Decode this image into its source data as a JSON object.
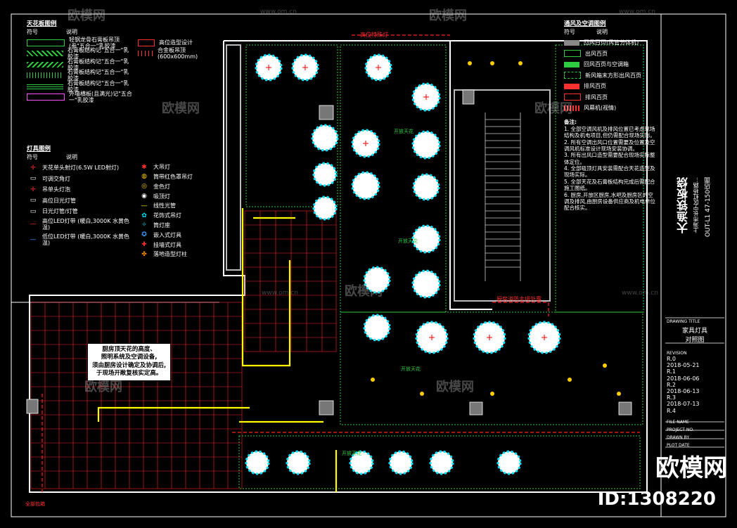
{
  "legend_ceiling": {
    "title": "天花板图例",
    "col_code": "符号",
    "col_desc": "说明",
    "items": [
      {
        "color": "#2ecc40",
        "desc": "轻钢龙骨石膏板吊顶(参\"五合一\"乳胶漆"
      },
      {
        "color": "#2ecc40",
        "desc": "石膏板结构记\"五合一\"乳胶漆"
      },
      {
        "color": "#2ecc40",
        "desc": "石膏板结构记\"五合一\"乳胶漆"
      },
      {
        "color": "#2ecc40",
        "desc": "石膏板结构记\"五合一\"乳胶漆"
      },
      {
        "color": "#2ecc40",
        "desc": "石膏板结构记\"五合一\"乳胶漆"
      },
      {
        "color": "#ff4dff",
        "desc": "外墙横板(且满光)记\"五合一\"乳胶漆"
      }
    ],
    "extra": [
      {
        "color": "#ff3030",
        "desc": "高位造型设计"
      },
      {
        "color": "#ff3030",
        "desc": "合金板吊顶 (600x600mm)"
      }
    ]
  },
  "legend_light": {
    "title": "灯具图例",
    "col_code": "符号",
    "col_desc": "说明",
    "items": [
      {
        "sym": "✛",
        "color": "#ff3030",
        "desc": "天花单头射灯(6.5W LED射灯)"
      },
      {
        "sym": "▭",
        "color": "#ffffff",
        "desc": "可调交角灯"
      },
      {
        "sym": "✛",
        "color": "#ff3030",
        "desc": "吊单头灯泡"
      },
      {
        "sym": "▭",
        "color": "#ffffff",
        "desc": "高位日光灯管"
      },
      {
        "sym": "▭",
        "color": "#ffffff",
        "desc": "日光灯管/灯管"
      },
      {
        "sym": "—",
        "color": "#ff3030",
        "desc": "高位LED灯带 (暖白,3000K 水黄色温)"
      },
      {
        "sym": "—",
        "color": "#3fa0ff",
        "desc": "低位LED灯带 (暖白,3000K 水黄色温)"
      }
    ],
    "right_items": [
      {
        "sym": "✱",
        "color": "#ff3030",
        "desc": "大吊灯"
      },
      {
        "sym": "◍",
        "color": "#ffcc00",
        "desc": "筒带红色罩吊灯"
      },
      {
        "sym": "◎",
        "color": "#ffcc00",
        "desc": "金色灯"
      },
      {
        "sym": "◉",
        "color": "#ffffff",
        "desc": "吸顶灯"
      },
      {
        "sym": "—",
        "color": "#ffff00",
        "desc": "线性光管"
      },
      {
        "sym": "✿",
        "color": "#00e5ff",
        "desc": "花饰式吊灯"
      },
      {
        "sym": "✧",
        "color": "#00e5ff",
        "desc": "筒灯座"
      },
      {
        "sym": "✪",
        "color": "#3fa0ff",
        "desc": "嵌入式灯具"
      },
      {
        "sym": "✚",
        "color": "#ff3030",
        "desc": "挂墙式灯具"
      },
      {
        "sym": "✤",
        "color": "#ff8c00",
        "desc": "落地造型灯柱"
      }
    ]
  },
  "legend_aircon": {
    "title": "通风及空调图例",
    "col_code": "符号",
    "col_desc": "说明",
    "items": [
      {
        "color": "#888888",
        "desc": "回风百页(风管分体机)"
      },
      {
        "color": "#2ecc40",
        "desc": "出风百页"
      },
      {
        "color": "#2ecc40",
        "desc": "回风百页与空调箱"
      },
      {
        "color": "#2ecc40",
        "desc": "新风箱末方形出风百页"
      },
      {
        "color": "#ff3030",
        "desc": "排风百页"
      },
      {
        "color": "#ff3030",
        "desc": "排风百页"
      },
      {
        "color": "#ff3030",
        "desc": "风幕机(视情)"
      }
    ]
  },
  "notes": {
    "title": "备注:",
    "lines": [
      "1. 全部空调风机及排风位置已考虑现场结构及机电项目,但仍需配合现场实际。",
      "2. 所有空调出风口位置需要及位置及空调风机标准设计现场安装协调。",
      "3. 所有出风口造型需要配合现场实际整体定位。",
      "4. 全部吸顶灯具安装需配合天花造型及现场实际。",
      "5. 全部天花及石膏板结构完成后需配合施工图纸。",
      "6. 厨房,开放区厨房,水吧及厨房区的空调及排风,由厨房设备供应商及机电单位配合核实。"
    ]
  },
  "project_title_vertical": "大渔铁板烧",
  "project_subtitle_vertical": "上海市长宁区虹桥路...",
  "project_code_vertical": "OUT-L1 47-150店面",
  "title_block": {
    "drawing_title_label": "DRAWING TITLE",
    "drawing_title": "家具灯具\n对照图",
    "revision_label": "REVISION",
    "revisions": [
      {
        "rev": "R.0",
        "date": "2018-05-21"
      },
      {
        "rev": "R.1",
        "date": "2018-06-06"
      },
      {
        "rev": "R.2",
        "date": "2018-06-13"
      },
      {
        "rev": "R.3",
        "date": "2018-07-13"
      },
      {
        "rev": "R.4",
        "date": ""
      }
    ],
    "file_name_label": "FILE NAME",
    "project_no_label": "PROJECT NO.",
    "drawn_by_label": "DRAWN BY",
    "plot_date_label": "PLOT DATE"
  },
  "notes_in_plan": {
    "kitchen_note": "厨房顶天花的高度、\n照明系统及空调设备,\n须由厨房设计确定及协调后,\n于现场开敞复核实定高。",
    "fire_note": "厨房消防主排外露",
    "top_label": "高位特殊灯",
    "open_ceiling_1": "开放天花",
    "open_ceiling_2": "开放天花",
    "open_ceiling_3": "开放天花",
    "bottom_open": "开放天花",
    "bottom_left_label": "全部包箱"
  },
  "watermark": {
    "brand": "欧模网",
    "url": "www.om.cn",
    "id": "ID:1308220"
  }
}
